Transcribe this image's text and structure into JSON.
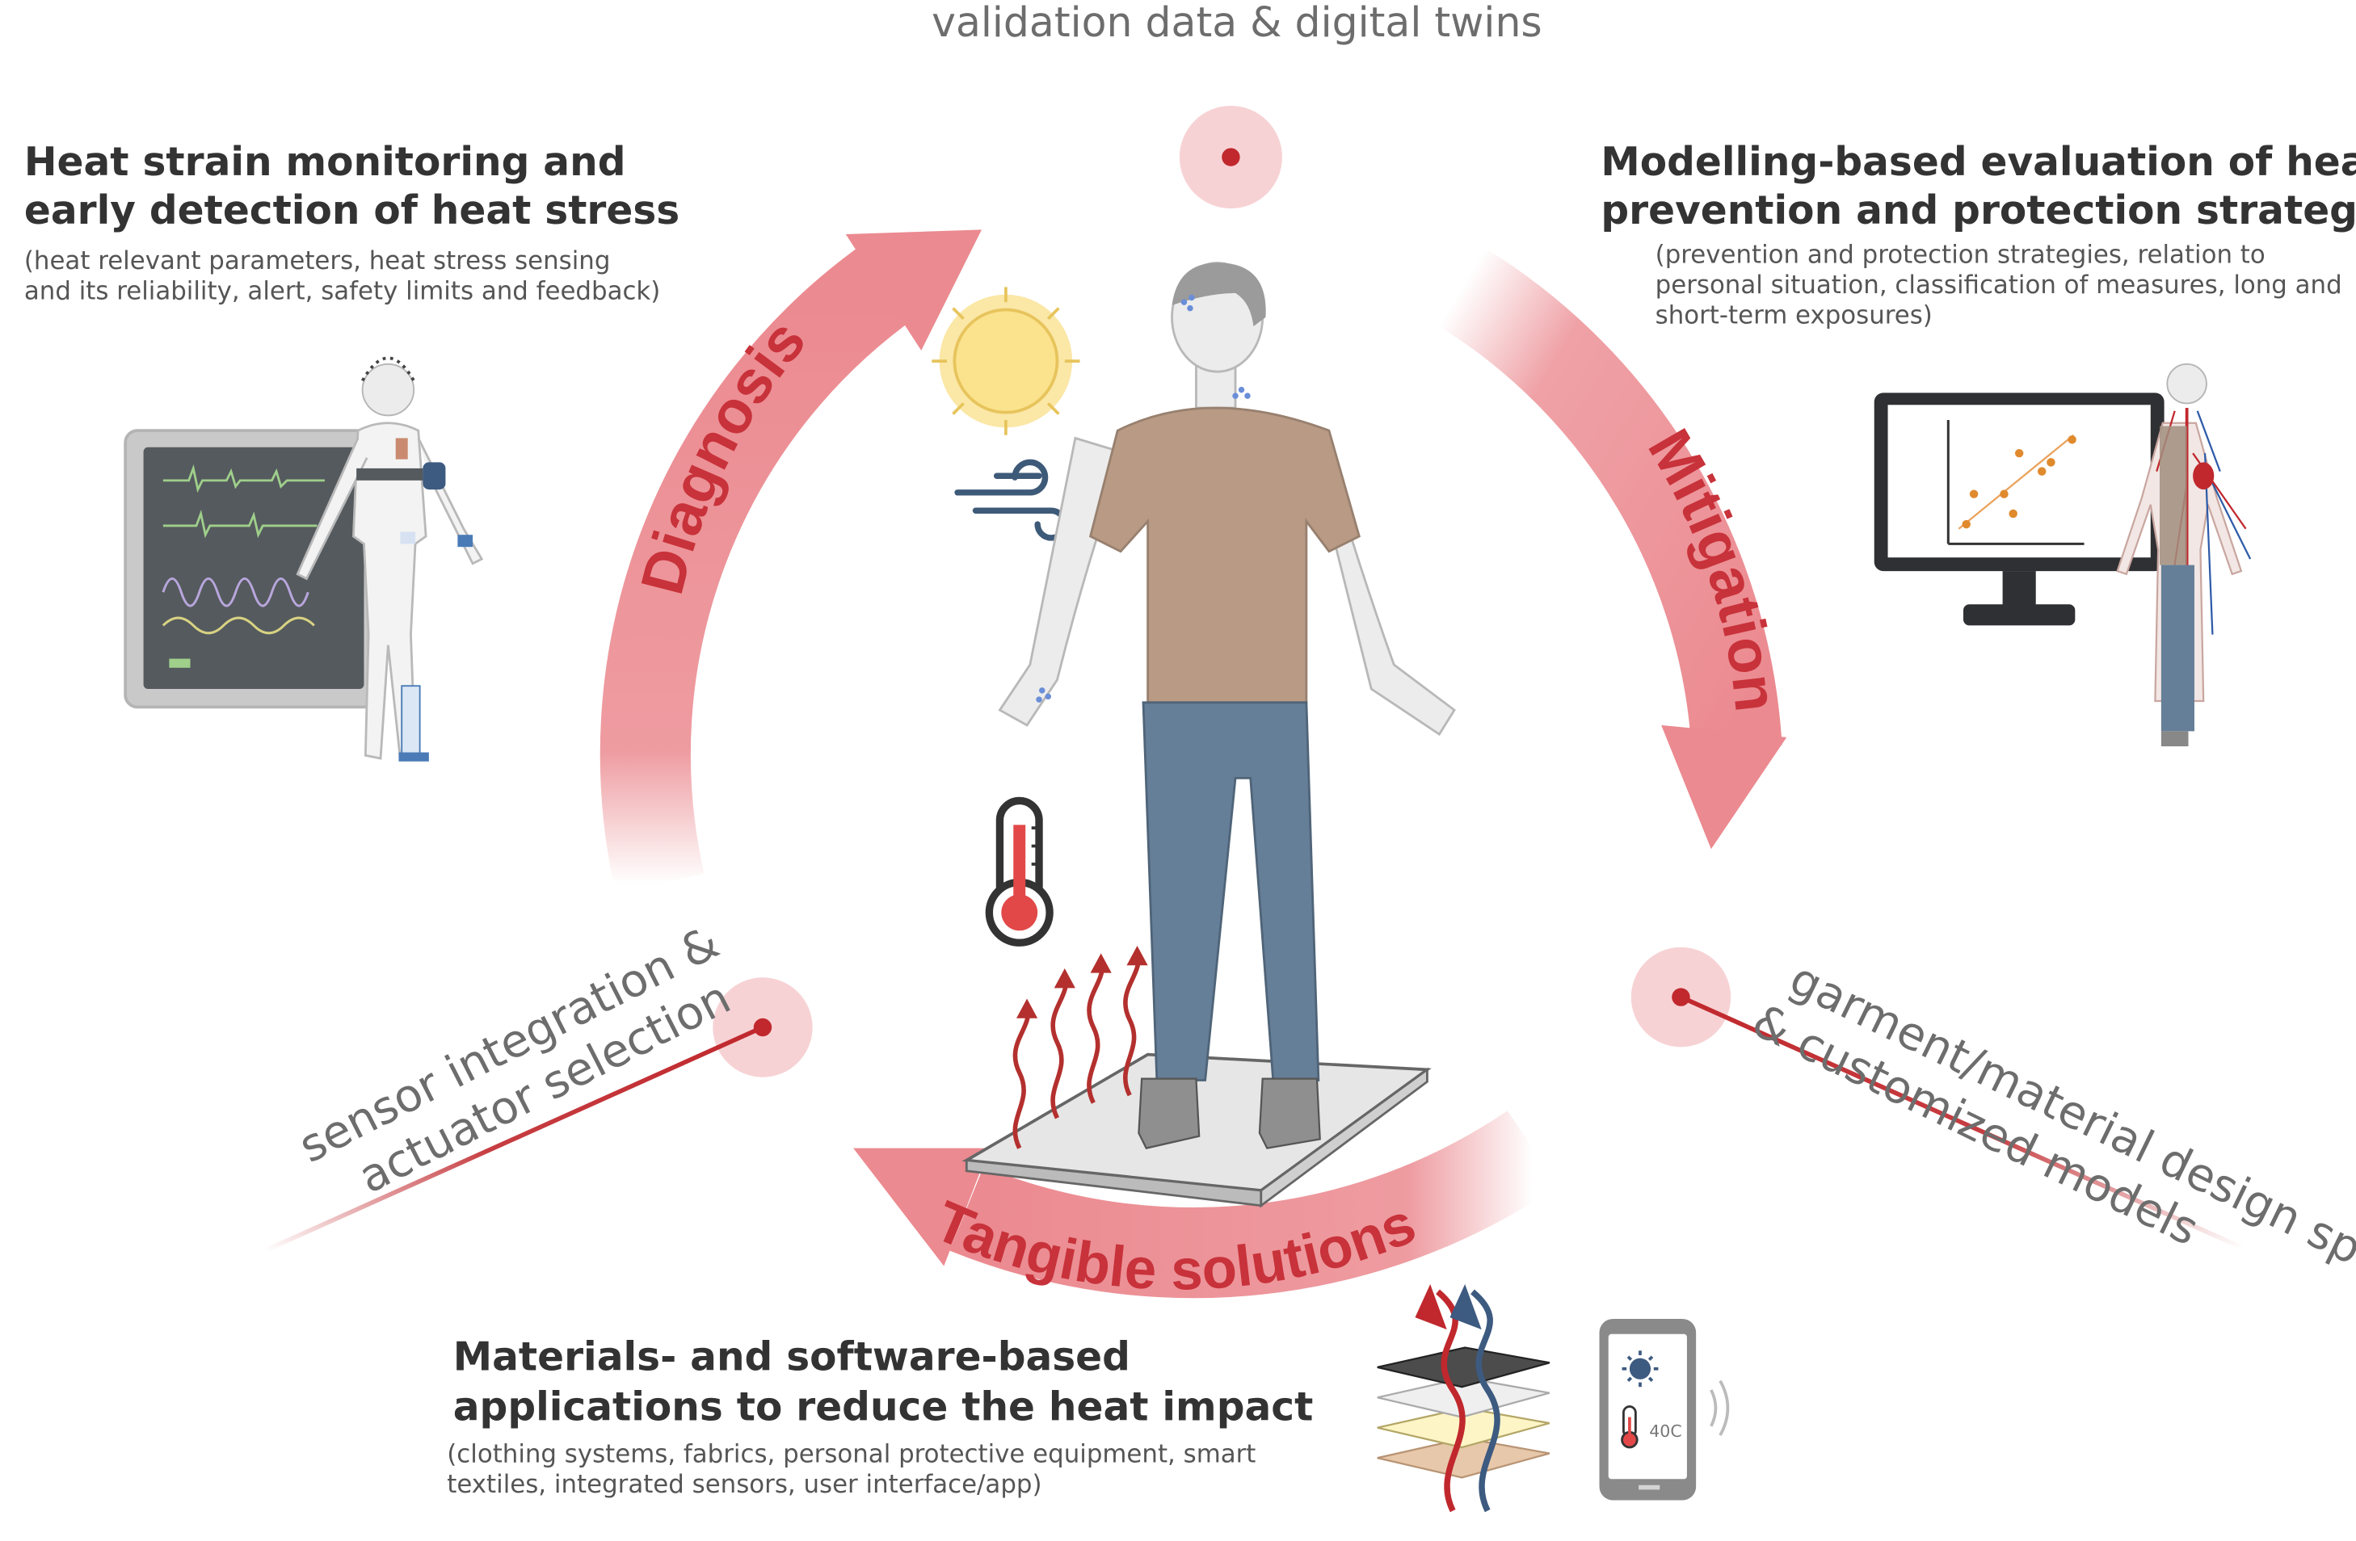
{
  "top_label": "validation data & digital twins",
  "diagnosis": {
    "title": [
      "Heat strain monitoring and",
      "early detection of heat stress"
    ],
    "subtitle": [
      "(heat relevant parameters, heat stress sensing",
      "and its reliability, alert, safety limits and feedback)"
    ]
  },
  "mitigation": {
    "title": [
      "Modelling-based evaluation of heat",
      "prevention and protection strategies"
    ],
    "subtitle": [
      "(prevention and protection strategies, relation to",
      "personal situation, classification of measures, long and",
      "short-term exposures)"
    ]
  },
  "solutions": {
    "title": [
      "Materials- and software-based",
      "applications to reduce the heat impact"
    ],
    "subtitle": [
      "(clothing systems, fabrics, personal protective equipment, smart",
      "textiles, integrated sensors, user interface/app)"
    ]
  },
  "arc_labels": {
    "diagnosis": "Diagnosis",
    "mitigation": "Mitigation",
    "tangible": "Tangible solutions"
  },
  "side_labels": {
    "left": [
      "sensor integration &",
      "actuator selection"
    ],
    "right": [
      "garment/material design specs",
      "& customized models"
    ]
  },
  "phone_reading": "40C",
  "colors": {
    "arrow": "#eb8a90",
    "arrow_dark": "#c8323a",
    "pin": "#c0282d",
    "pin_halo": "#f7d2d4",
    "text_dark": "#333333",
    "text_gray": "#6d6d6d"
  },
  "icons": [
    "sun-icon",
    "wind-icon",
    "thermometer-icon",
    "heat-waves-icon",
    "patient-monitor-icon",
    "computer-model-icon",
    "fabric-layers-icon",
    "smartphone-app-icon",
    "human-figure-icon"
  ]
}
